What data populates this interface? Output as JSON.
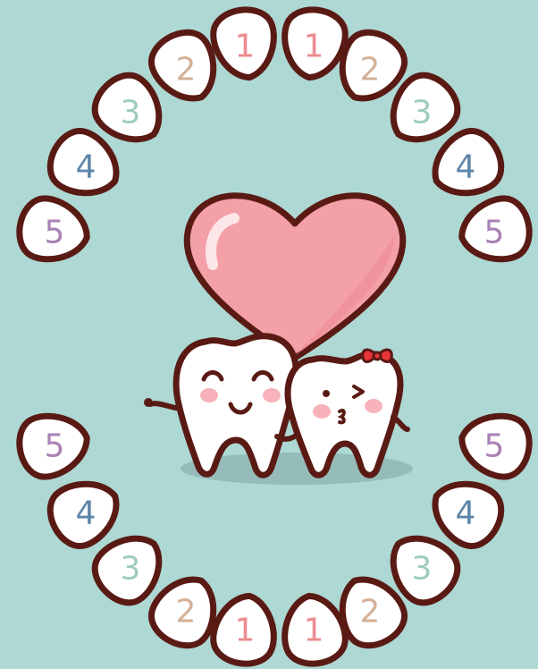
{
  "background_color": "#add8d3",
  "outline_color": "#5a1a14",
  "tooth_fill": "#ffffff",
  "number_colors": {
    "1": "#ec8b90",
    "2": "#d3b097",
    "3": "#9dcdbd",
    "4": "#5d85a8",
    "5": "#a982b4"
  },
  "upper_arch": {
    "right_side": [
      "1",
      "2",
      "3",
      "4",
      "5"
    ],
    "left_side": [
      "1",
      "2",
      "3",
      "4",
      "5"
    ]
  },
  "lower_arch": {
    "right_side": [
      "5",
      "4",
      "3",
      "2",
      "1"
    ],
    "left_side": [
      "5",
      "4",
      "3",
      "2",
      "1"
    ]
  },
  "center_illustration": {
    "heart_color": "#f4a0a8",
    "characters": [
      "tooth-boy",
      "tooth-girl"
    ],
    "bow_color": "#e8353a",
    "cheek_color": "#f7b3b9"
  }
}
